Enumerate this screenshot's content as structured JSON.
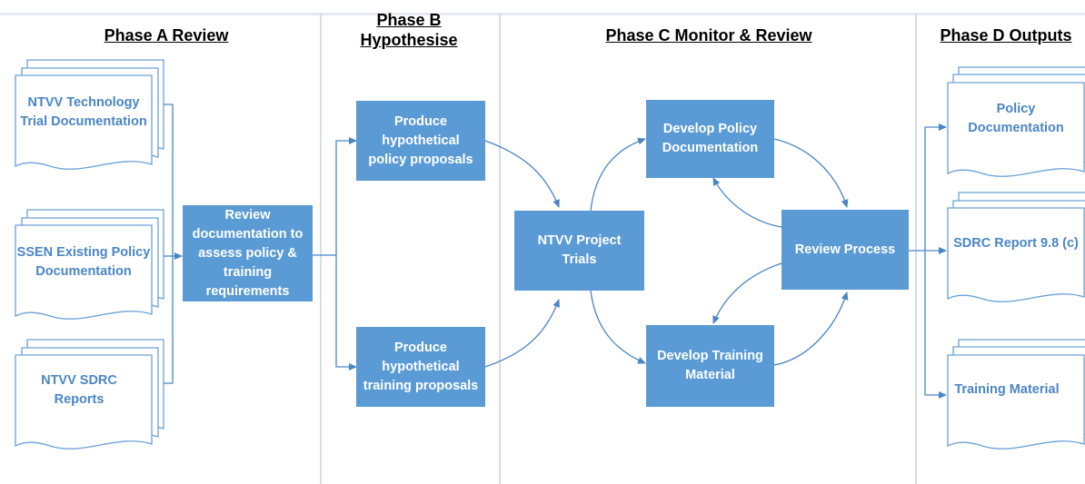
{
  "phases": {
    "a": "Phase A Review",
    "b_line1": "Phase B",
    "b_line2": "Hypothesise",
    "c": "Phase C Monitor & Review",
    "d": "Phase D Outputs"
  },
  "inputs": {
    "tech_trial": "NTVV Technology Trial Documentation",
    "ssen_policy": "SSEN Existing Policy Documentation",
    "sdrc_reports": "NTVV SDRC Reports"
  },
  "process": {
    "review_docs": "Review documentation to assess policy & training requirements",
    "hyp_policy": "Produce hypothetical policy proposals",
    "hyp_training": "Produce hypothetical training proposals",
    "project_trials": "NTVV Project Trials",
    "dev_policy": "Develop Policy Documentation",
    "dev_training": "Develop Training Material",
    "review_process": "Review Process"
  },
  "outputs": {
    "policy_doc": "Policy Documentation",
    "sdrc_report": "SDRC Report 9.8 (c)",
    "training_material": "Training Material"
  },
  "colors": {
    "box_fill": "#5b9bd5",
    "doc_text": "#4a86c5",
    "connector": "#4a86c5"
  }
}
